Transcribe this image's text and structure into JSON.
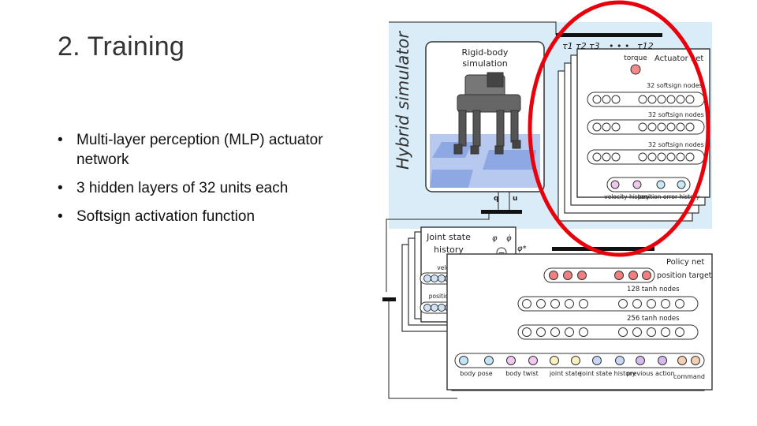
{
  "slide": {
    "title": "2. Training",
    "bullets": [
      "Multi-layer perception (MLP) actuator network",
      "3 hidden layers of 32 units each",
      "Softsign activation function"
    ]
  },
  "figure": {
    "hybrid_simulator_label": "Hybrid simulator",
    "rigid_body_label_1": "Rigid-body",
    "rigid_body_label_2": "simulation",
    "q_label": "q",
    "u_label": "u",
    "torque_labels": [
      "τ1",
      "τ2",
      "τ3",
      "• • •",
      "τ12"
    ],
    "actuator_net": {
      "title": "Actuator net",
      "torque_label": "torque",
      "layer_labels": [
        "32 softsign nodes",
        "32 softsign nodes",
        "32 softsign nodes"
      ],
      "input_labels": [
        "velocity history",
        "position error history"
      ]
    },
    "joint_state": {
      "title_1": "Joint state",
      "title_2": "history",
      "velocity_label": "velocity history",
      "position_error_label": "position error history",
      "phi_label": "φ",
      "phi_dot_label": "φ̇",
      "phi_star_label": "φ*",
      "minus_label": "−"
    },
    "policy_net": {
      "title": "Policy net",
      "output_label": "position target",
      "layer_labels": [
        "128 tanh nodes",
        "256 tanh nodes"
      ],
      "input_labels": [
        "body pose",
        "body twist",
        "joint state",
        "joint state history",
        "previous action",
        "command"
      ]
    },
    "highlight_color": "#e8000b"
  }
}
